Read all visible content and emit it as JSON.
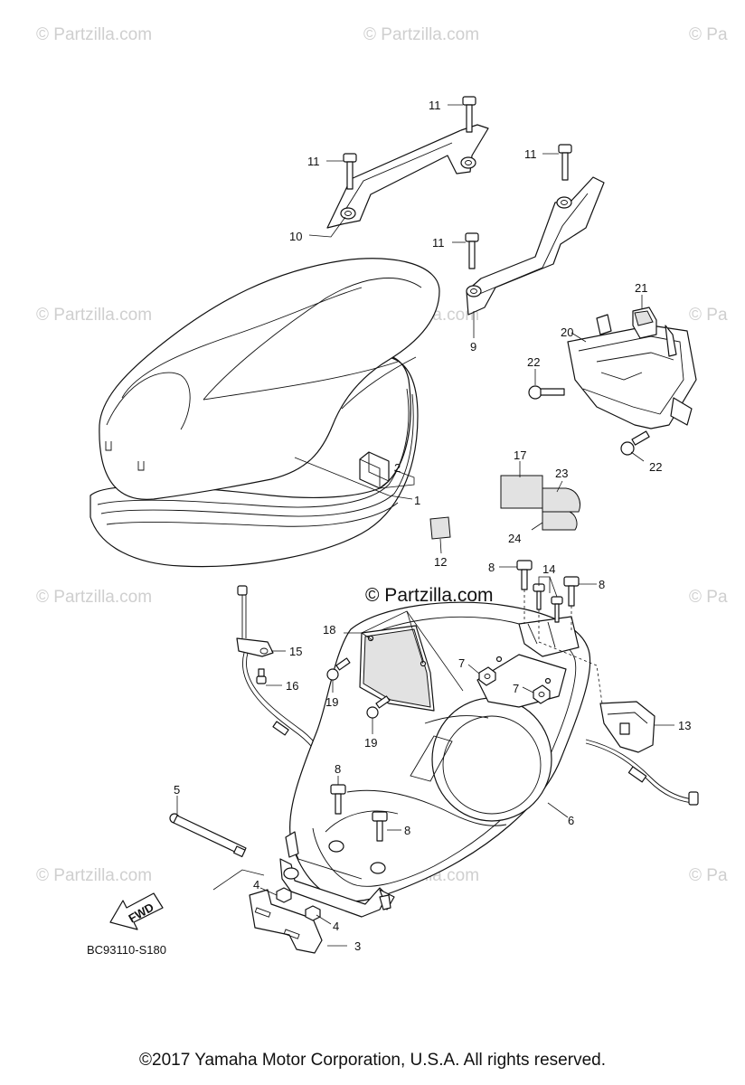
{
  "diagram": {
    "drawing_code": "BC93110-S180",
    "fwd_label": "FWD",
    "copyright": "©2017  Yamaha Motor Corporation, U.S.A. All rights reserved.",
    "watermark_main": "© Partzilla.com",
    "watermarks": [
      "© Partzilla.com",
      "© Partzilla.com",
      "© Pa",
      "© Partzilla.com",
      "© Partzilla.com",
      "© Pa",
      "© Partzilla.com",
      "© Pa",
      "© Partzilla.com",
      "© Partzilla.com",
      "© Pa"
    ],
    "callouts": [
      "1",
      "2",
      "3",
      "4",
      "4",
      "5",
      "6",
      "7",
      "7",
      "8",
      "8",
      "8",
      "8",
      "9",
      "10",
      "11",
      "11",
      "11",
      "11",
      "12",
      "13",
      "14",
      "15",
      "16",
      "17",
      "18",
      "19",
      "19",
      "20",
      "21",
      "22",
      "22",
      "23",
      "24"
    ]
  }
}
